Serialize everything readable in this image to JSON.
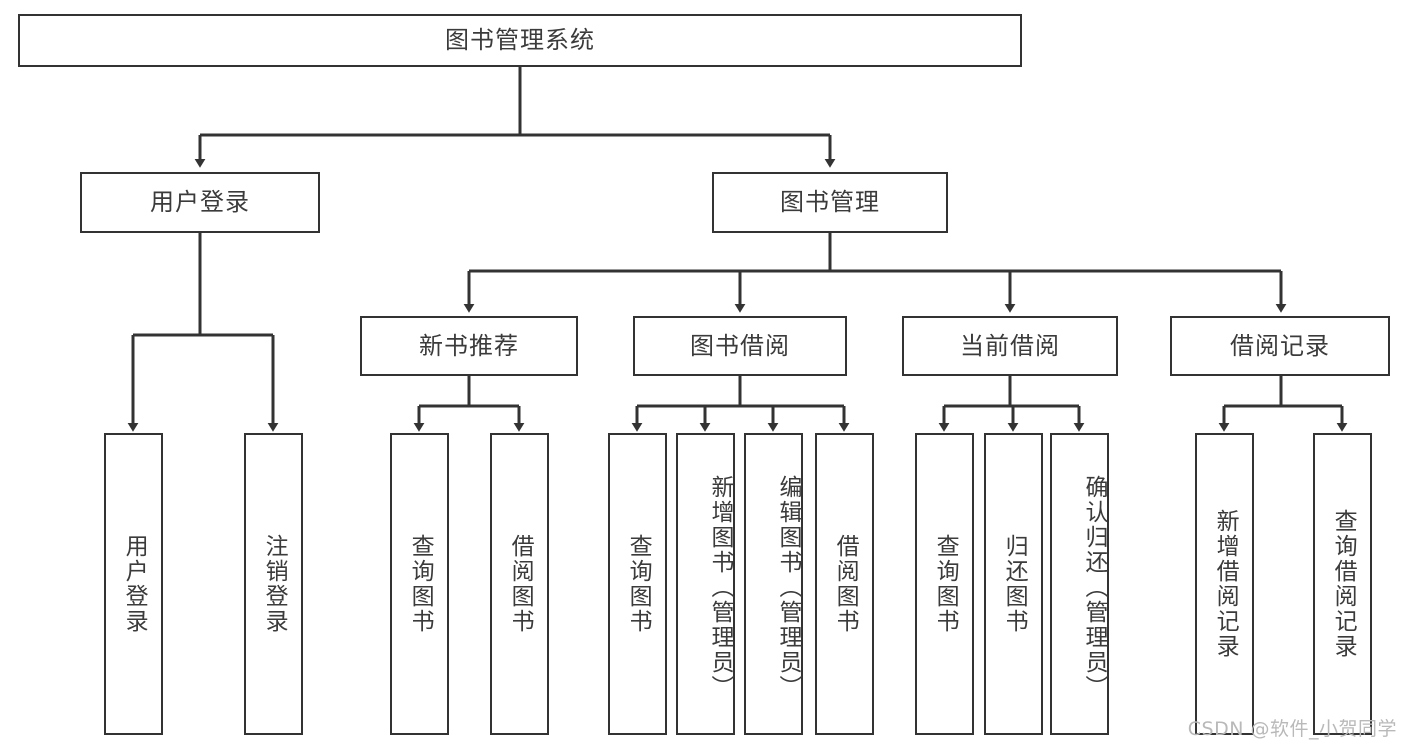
{
  "diagram": {
    "title": "图书管理系统",
    "type": "tree",
    "background_color": "#ffffff",
    "line_color": "#333333",
    "text_color": "#3b3b3b",
    "root": {
      "label": "图书管理系统",
      "orientation": "horizontal"
    },
    "level2": [
      {
        "label": "用户登录",
        "orientation": "horizontal"
      },
      {
        "label": "图书管理",
        "orientation": "horizontal"
      }
    ],
    "level3": [
      {
        "label": "新书推荐",
        "orientation": "horizontal"
      },
      {
        "label": "图书借阅",
        "orientation": "horizontal"
      },
      {
        "label": "当前借阅",
        "orientation": "horizontal"
      },
      {
        "label": "借阅记录",
        "orientation": "horizontal"
      }
    ],
    "leaves_user_login": [
      {
        "label": "用户登录",
        "orientation": "vertical"
      },
      {
        "label": "注销登录",
        "orientation": "vertical"
      }
    ],
    "leaves_new_book": [
      {
        "label": "查询图书",
        "orientation": "vertical"
      },
      {
        "label": "借阅图书",
        "orientation": "vertical"
      }
    ],
    "leaves_borrow": [
      {
        "label": "查询图书",
        "orientation": "vertical"
      },
      {
        "label": "新增图书（管理员）",
        "orientation": "vertical"
      },
      {
        "label": "编辑图书（管理员）",
        "orientation": "vertical"
      },
      {
        "label": "借阅图书",
        "orientation": "vertical"
      }
    ],
    "leaves_current": [
      {
        "label": "查询图书",
        "orientation": "vertical"
      },
      {
        "label": "归还图书",
        "orientation": "vertical"
      },
      {
        "label": "确认归还（管理员）",
        "orientation": "vertical"
      }
    ],
    "leaves_record": [
      {
        "label": "新增借阅记录",
        "orientation": "vertical"
      },
      {
        "label": "查询借阅记录",
        "orientation": "vertical"
      }
    ]
  },
  "watermark": {
    "text": "CSDN @软件_小贺同学"
  }
}
